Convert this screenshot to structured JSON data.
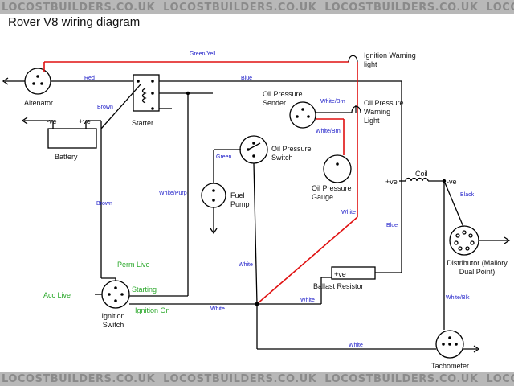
{
  "watermark": {
    "text": "LOCOSTBUILDERS.CO.UK"
  },
  "title": "Rover V8 wiring diagram",
  "components": {
    "altenator": "Altenator",
    "starter": "Starter",
    "battery": "Battery",
    "battery_neg": "-ve",
    "battery_pos": "+ve",
    "ignition_warning_light": "Ignition Warning light",
    "oil_pressure_sender": "Oil Pressure Sender",
    "oil_pressure_warning_light": "Oil Pressure Warning Light",
    "oil_pressure_switch": "Oil Pressure Switch",
    "oil_pressure_gauge": "Oil Pressure Gauge",
    "fuel_pump": "Fuel Pump",
    "coil": "Coil",
    "coil_pos": "+ve",
    "coil_neg": "-ve",
    "distributor": "Distributor (Mallory Dual Point)",
    "ballast_resistor": "Ballast Resistor",
    "ballast_pos": "+ve",
    "ignition_switch": "Ignition Switch",
    "tachometer": "Tachometer"
  },
  "wire_labels": {
    "green_yell": "Green/Yell",
    "red": "Red",
    "blue_top": "Blue",
    "brown_starter": "Brown",
    "brown_vertical": "Brown",
    "white_brn_1": "White/Brn",
    "white_brn_2": "White/Brn",
    "green": "Green",
    "white_purp": "White/Purp",
    "black": "Black",
    "white_diag": "White",
    "blue_right": "Blue",
    "white_mid": "White",
    "white_ballast": "White",
    "white_ignition": "White",
    "white_blk": "White/Blk",
    "white_bottom": "White"
  },
  "switch_labels": {
    "perm_live": "Perm Live",
    "starting": "Starting",
    "acc_live": "Acc Live",
    "ignition_on": "Ignition On"
  },
  "colors": {
    "wire_black": "#000000",
    "wire_red": "#e01010",
    "label_blue": "#1a1ac8",
    "label_green": "#2aa82a",
    "watermark_bar": "#b8b8b8"
  }
}
